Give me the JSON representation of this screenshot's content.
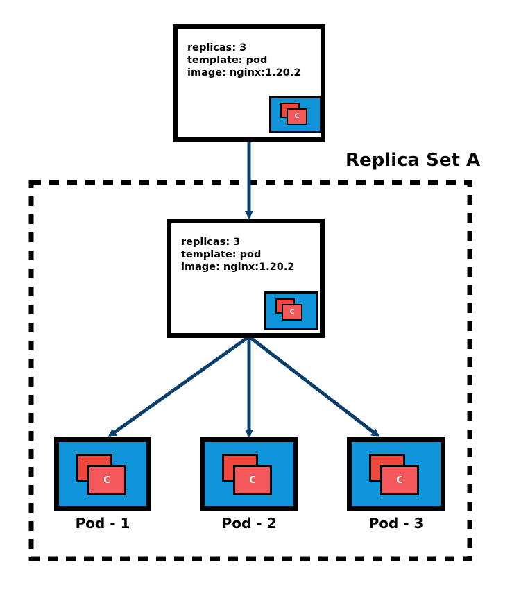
{
  "deployment_spec": {
    "lines": [
      "replicas: 3",
      "template: pod",
      "image: nginx:1.20.2"
    ],
    "container_label": "C"
  },
  "replicaset": {
    "title": "Replica Set A",
    "spec": {
      "lines": [
        "replicas: 3",
        "template: pod",
        "image: nginx:1.20.2"
      ],
      "container_label": "C"
    }
  },
  "pods": [
    {
      "label": "Pod - 1",
      "container_label": "C"
    },
    {
      "label": "Pod - 2",
      "container_label": "C"
    },
    {
      "label": "Pod - 3",
      "container_label": "C"
    }
  ],
  "colors": {
    "arrow": "#0b3f6b",
    "pod_fill": "#0f93d9",
    "container_back": "#f0463c",
    "container_front": "#f5585a",
    "border": "#000000"
  }
}
